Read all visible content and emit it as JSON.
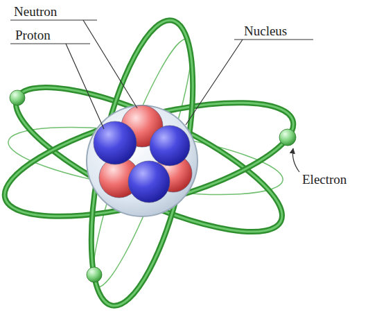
{
  "diagram": {
    "labels": [
      "Neutron",
      "Proton",
      "Nucleus",
      "Electron"
    ]
  }
}
